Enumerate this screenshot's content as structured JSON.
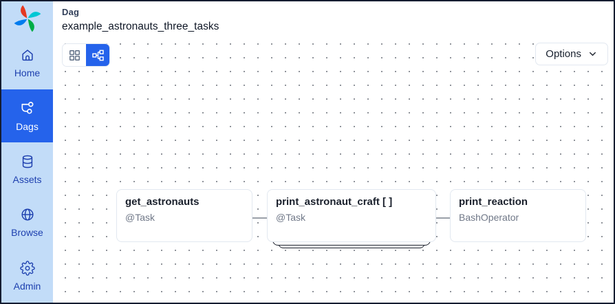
{
  "header": {
    "eyebrow": "Dag",
    "title": "example_astronauts_three_tasks"
  },
  "sidebar": {
    "logo_icon": "airflow-pinwheel-logo",
    "items": [
      {
        "label": "Home",
        "icon": "home-icon",
        "active": false
      },
      {
        "label": "Dags",
        "icon": "dags-icon",
        "active": true
      },
      {
        "label": "Assets",
        "icon": "assets-icon",
        "active": false
      },
      {
        "label": "Browse",
        "icon": "browse-icon",
        "active": false
      },
      {
        "label": "Admin",
        "icon": "admin-icon",
        "active": false
      }
    ]
  },
  "toolbar": {
    "view_toggle": [
      {
        "icon": "grid-view-icon",
        "active": false
      },
      {
        "icon": "graph-view-icon",
        "active": true
      }
    ],
    "options_label": "Options",
    "options_icon": "chevron-down-icon"
  },
  "graph": {
    "nodes": [
      {
        "title": "get_astronauts",
        "subtitle": "@Task",
        "mapped": false
      },
      {
        "title": "print_astronaut_craft [ ]",
        "subtitle": "@Task",
        "mapped": true
      },
      {
        "title": "print_reaction",
        "subtitle": "BashOperator",
        "mapped": false
      }
    ],
    "edges": [
      {
        "from": "get_astronauts",
        "to": "print_astronaut_craft [ ]"
      },
      {
        "from": "print_astronaut_craft [ ]",
        "to": "print_reaction"
      }
    ]
  },
  "colors": {
    "accent": "#2563eb",
    "sidebar_bg": "#c2dcf8",
    "sidebar_text": "#1e40af",
    "node_border": "#e2e8f0",
    "node_title": "#1a202c",
    "node_subtitle": "#6f7787",
    "edge": "#9aa0a8",
    "canvas_dot": "#8f939a",
    "logo_red": "#e43921",
    "logo_teal": "#00c7d4",
    "logo_green": "#00ad46",
    "logo_blue": "#017cee"
  }
}
